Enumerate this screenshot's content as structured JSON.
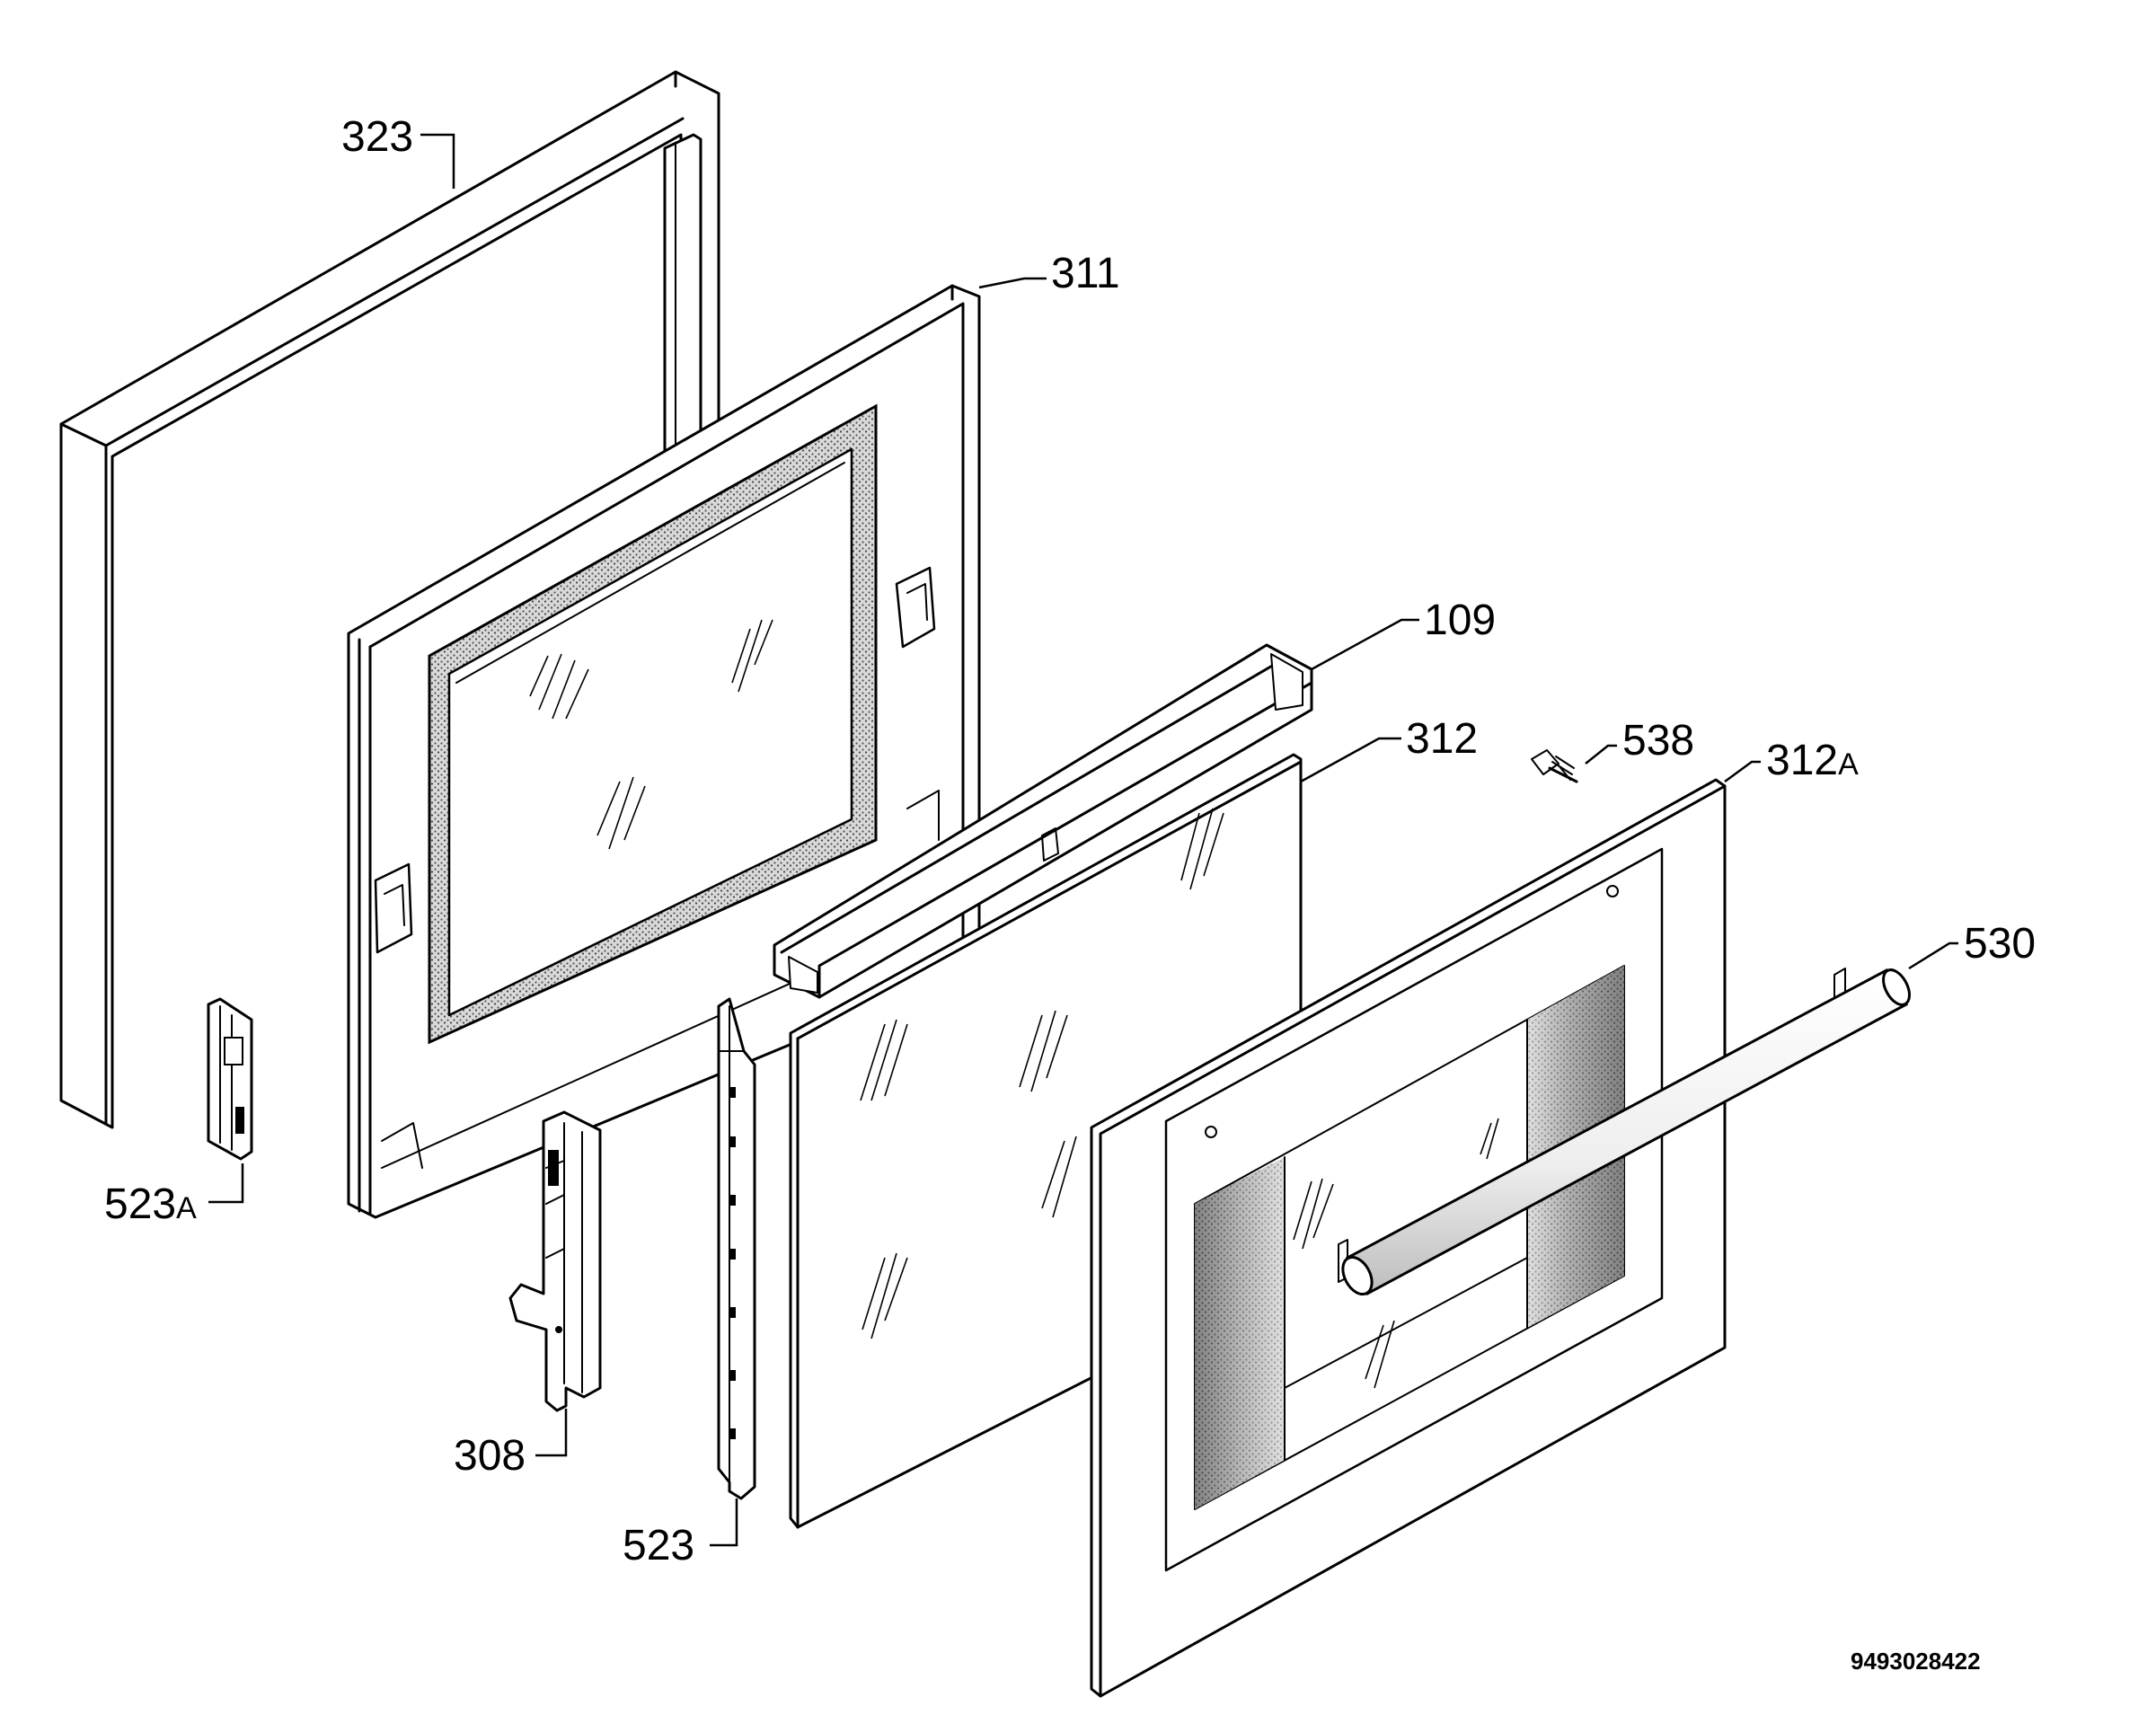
{
  "diagram": {
    "part_labels": {
      "p323": "323",
      "p311": "311",
      "p109": "109",
      "p312": "312",
      "p538": "538",
      "p312a": "312",
      "p312a_suffix": "A",
      "p530": "530",
      "p523a": "523",
      "p523a_suffix": "A",
      "p308": "308",
      "p523": "523"
    },
    "drawing_code": "9493028422"
  }
}
